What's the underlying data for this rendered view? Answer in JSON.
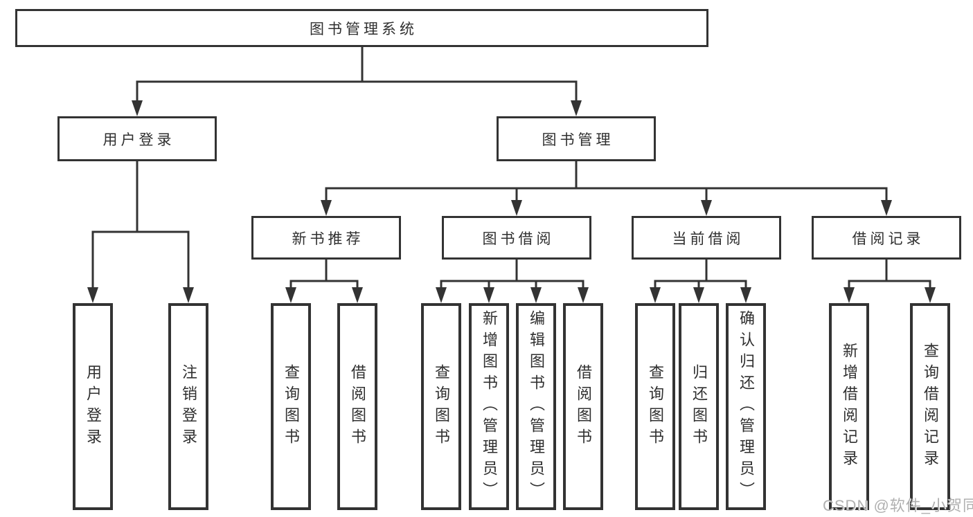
{
  "diagram": {
    "title": "图书管理系统",
    "level2": {
      "user_login": "用户登录",
      "book_management": "图书管理"
    },
    "level3": {
      "new_book_recommend": "新书推荐",
      "book_borrowing": "图书借阅",
      "current_borrowing": "当前借阅",
      "borrowing_records": "借阅记录"
    },
    "leaves": [
      "用户登录",
      "注销登录",
      "查询图书",
      "借阅图书",
      "查询图书",
      "新增图书（管理员）",
      "编辑图书（管理员）",
      "借阅图书",
      "查询图书",
      "归还图书",
      "确认归还（管理员）",
      "新增借阅记录",
      "查询借阅记录"
    ]
  },
  "watermark": "CSDN @软件_小贺同学",
  "colors": {
    "line": "#333333",
    "box_border": "#333333",
    "text": "#2f2f2f",
    "watermark": "#b0b0b0",
    "background": "#ffffff"
  }
}
